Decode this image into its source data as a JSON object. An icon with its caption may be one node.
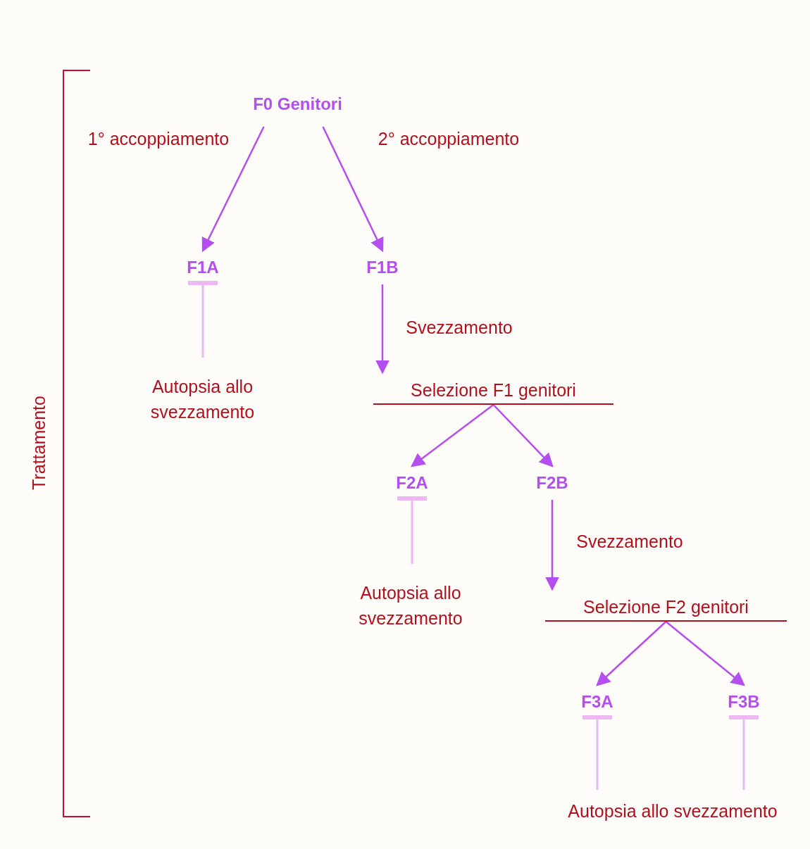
{
  "diagram": {
    "nodes": [
      {
        "text": [
          "F0 Genitori"
        ]
      },
      {
        "text": [
          "F1A"
        ]
      },
      {
        "text": [
          "F1B"
        ]
      },
      {
        "text": [
          "Autopsia allo svezzamento"
        ]
      },
      {
        "text": [
          "Selezione F1 genitori"
        ]
      },
      {
        "text": [
          "F2A"
        ]
      },
      {
        "text": [
          "F2B"
        ]
      },
      {
        "text": [
          "Autopsia allo svezzamento"
        ]
      },
      {
        "text": [
          "Selezione F2 genitori"
        ]
      },
      {
        "text": [
          "F3A"
        ]
      },
      {
        "text": [
          "F3B"
        ]
      },
      {
        "text": [
          "Autopsia allo svezzamento"
        ]
      }
    ],
    "edges": [
      {
        "from": 0,
        "to": 1,
        "arrow": "to",
        "label": "1° accoppiamento"
      },
      {
        "from": 0,
        "to": 2,
        "arrow": "to",
        "label": "2° accoppiamento"
      },
      {
        "from": 1,
        "to": 3,
        "arrow": "other",
        "color": "#ecb8f2"
      },
      {
        "from": 2,
        "to": 4,
        "arrow": "to",
        "label": "Svezzamento"
      },
      {
        "from": 4,
        "to": 5,
        "arrow": "to"
      },
      {
        "from": 4,
        "to": 6,
        "arrow": "to"
      },
      {
        "from": 5,
        "to": 7,
        "arrow": "other",
        "color": "#ecb8f2"
      },
      {
        "from": 6,
        "to": 8,
        "arrow": "to",
        "label": "Svezzamento"
      },
      {
        "from": 8,
        "to": 9,
        "arrow": "to"
      },
      {
        "from": 8,
        "to": 10,
        "arrow": "to"
      },
      {
        "from": 9,
        "to": 11,
        "arrow": "other",
        "color": "#ecb8f2"
      },
      {
        "from": 10,
        "to": 11,
        "arrow": "other",
        "color": "#ecb8f2"
      }
    ],
    "labels": [
      "Trattamento"
    ]
  }
}
